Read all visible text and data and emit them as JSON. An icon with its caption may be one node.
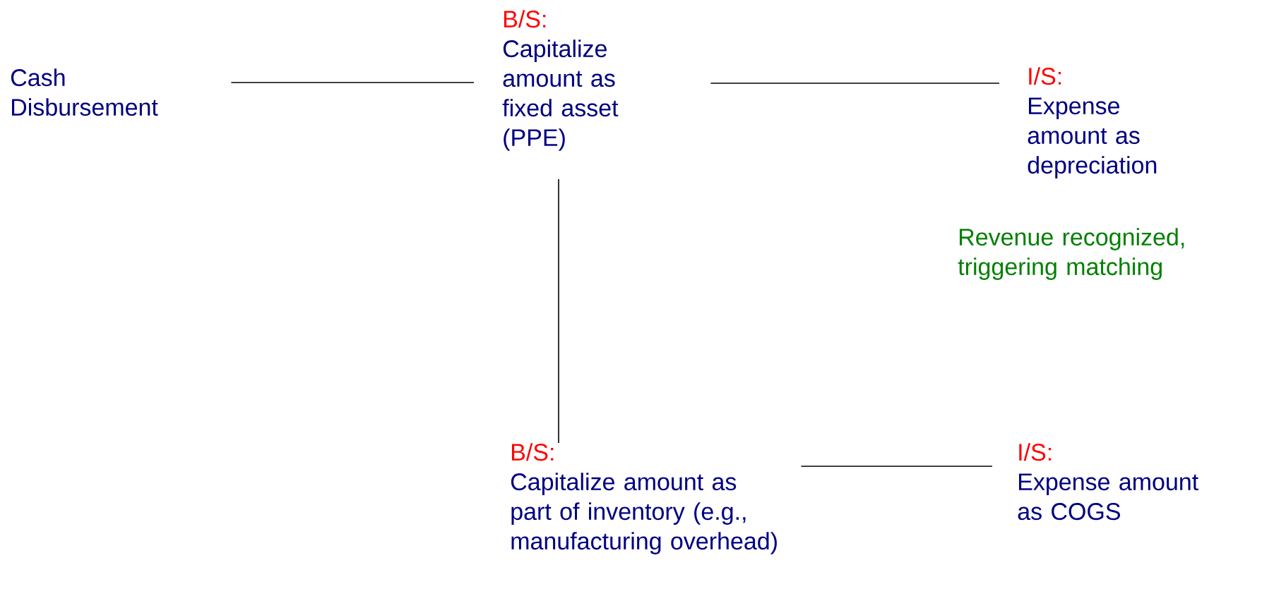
{
  "diagram": {
    "nodes": [
      {
        "text": [
          "Cash Disbursement"
        ]
      },
      {
        "text": [
          "B/S:",
          "Capitalize amount as fixed asset (PPE)"
        ]
      },
      {
        "text": [
          "I/S:",
          "Expense amount as depreciation"
        ]
      },
      {
        "text": [
          "B/S:",
          "Capitalize amount as part of inventory (e.g., manufacturing overhead)"
        ]
      },
      {
        "text": [
          "I/S:",
          "Expense amount as COGS"
        ]
      }
    ],
    "edges": [
      {
        "from": 0,
        "to": 1,
        "arrow": "none"
      },
      {
        "from": 1,
        "to": 2,
        "arrow": "none"
      },
      {
        "from": 1,
        "to": 3,
        "arrow": "none"
      },
      {
        "from": 3,
        "to": 4,
        "arrow": "none"
      }
    ],
    "labels": [
      "Revenue recognized, triggering matching"
    ]
  }
}
